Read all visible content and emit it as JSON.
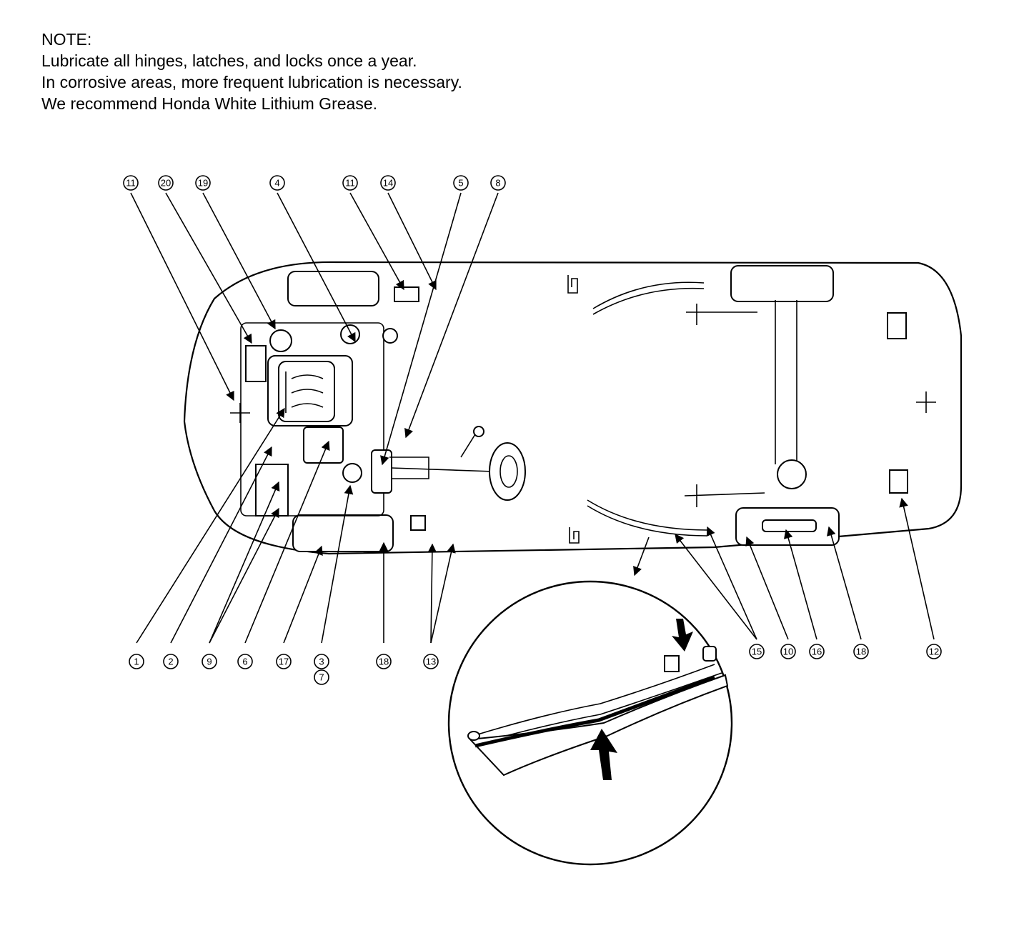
{
  "note": {
    "heading": "NOTE:",
    "lines": [
      "Lubricate all hinges, latches, and locks once a year.",
      "In corrosive areas, more frequent lubrication is necessary.",
      "We recommend Honda White Lithium Grease."
    ]
  },
  "callouts": {
    "top": [
      "11",
      "20",
      "19",
      "4",
      "11",
      "14",
      "5",
      "8"
    ],
    "bottom": [
      "1",
      "2",
      "9",
      "6",
      "17",
      "3",
      "7",
      "18",
      "13",
      "15",
      "10",
      "16",
      "18",
      "12"
    ]
  }
}
